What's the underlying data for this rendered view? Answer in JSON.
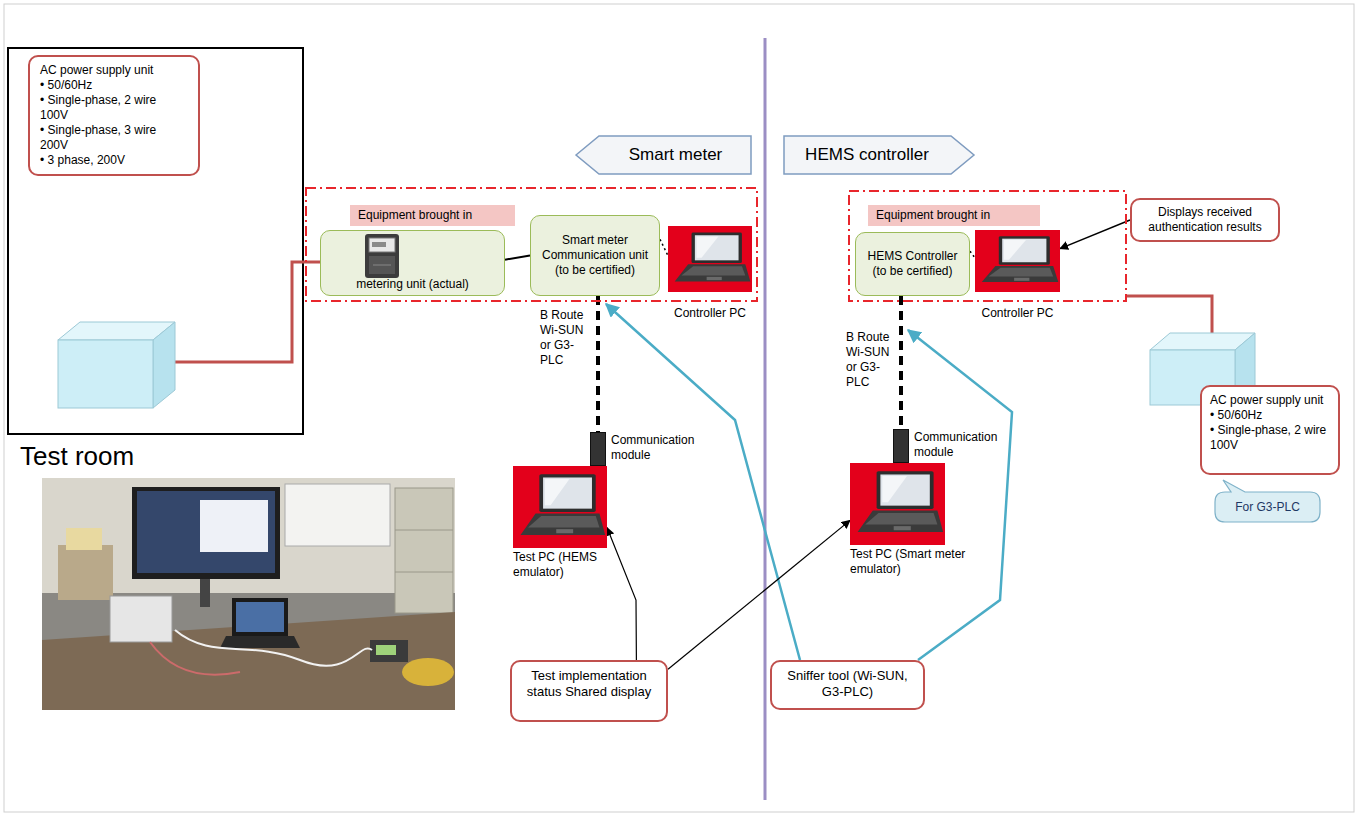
{
  "diagram": {
    "nodes": [
      {
        "text": [
          "AC power supply unit",
          "• 50/60Hz",
          "• Single-phase, 2 wire 100V",
          "• Single-phase, 3 wire 200V",
          "• 3 phase, 200V"
        ]
      },
      {
        "text": [
          "Smart meter"
        ]
      },
      {
        "text": [
          "HEMS controller"
        ]
      },
      {
        "text": [
          "Equipment brought in"
        ]
      },
      {
        "text": [
          "metering unit (actual)"
        ],
        "in": 3
      },
      {
        "text": [
          "Smart meter Communication unit (to be certified)"
        ],
        "in": 3
      },
      {
        "text": [
          "Controller PC"
        ],
        "in": 3
      },
      {
        "text": [
          "Equipment brought in"
        ]
      },
      {
        "text": [
          "HEMS Controller (to be certified)"
        ],
        "in": 7
      },
      {
        "text": [
          "Controller PC"
        ],
        "in": 7
      },
      {
        "text": [
          "Displays received authentication results"
        ]
      },
      {
        "text": [
          "Communication module"
        ]
      },
      {
        "text": [
          "Test PC (HEMS emulator)"
        ]
      },
      {
        "text": [
          "Communication module"
        ]
      },
      {
        "text": [
          "Test PC (Smart meter emulator)"
        ]
      },
      {
        "text": [
          "AC power supply unit",
          "• 50/60Hz",
          "• Single-phase, 2 wire 100V"
        ]
      },
      {
        "text": [
          "For G3-PLC"
        ]
      },
      {
        "text": [
          "Test implementation status Shared display"
        ]
      },
      {
        "text": [
          "Sniffer tool (Wi-SUN, G3-PLC)"
        ]
      }
    ],
    "edges": [
      {
        "from": 4,
        "to": 5,
        "arrow": "none"
      },
      {
        "from": 5,
        "to": 6,
        "arrow": "none"
      },
      {
        "from": 8,
        "to": 9,
        "arrow": "none"
      },
      {
        "from": 10,
        "to": 9,
        "arrow": "to"
      },
      {
        "from": 5,
        "to": 11,
        "arrow": "none"
      },
      {
        "from": 8,
        "to": 13,
        "arrow": "none"
      },
      {
        "from": 17,
        "to": 12,
        "arrow": "to"
      },
      {
        "from": 17,
        "to": 14,
        "arrow": "to"
      }
    ],
    "labels": [
      "Test room",
      "B Route Wi-SUN or G3-PLC",
      "B Route Wi-SUN or G3-PLC"
    ]
  }
}
